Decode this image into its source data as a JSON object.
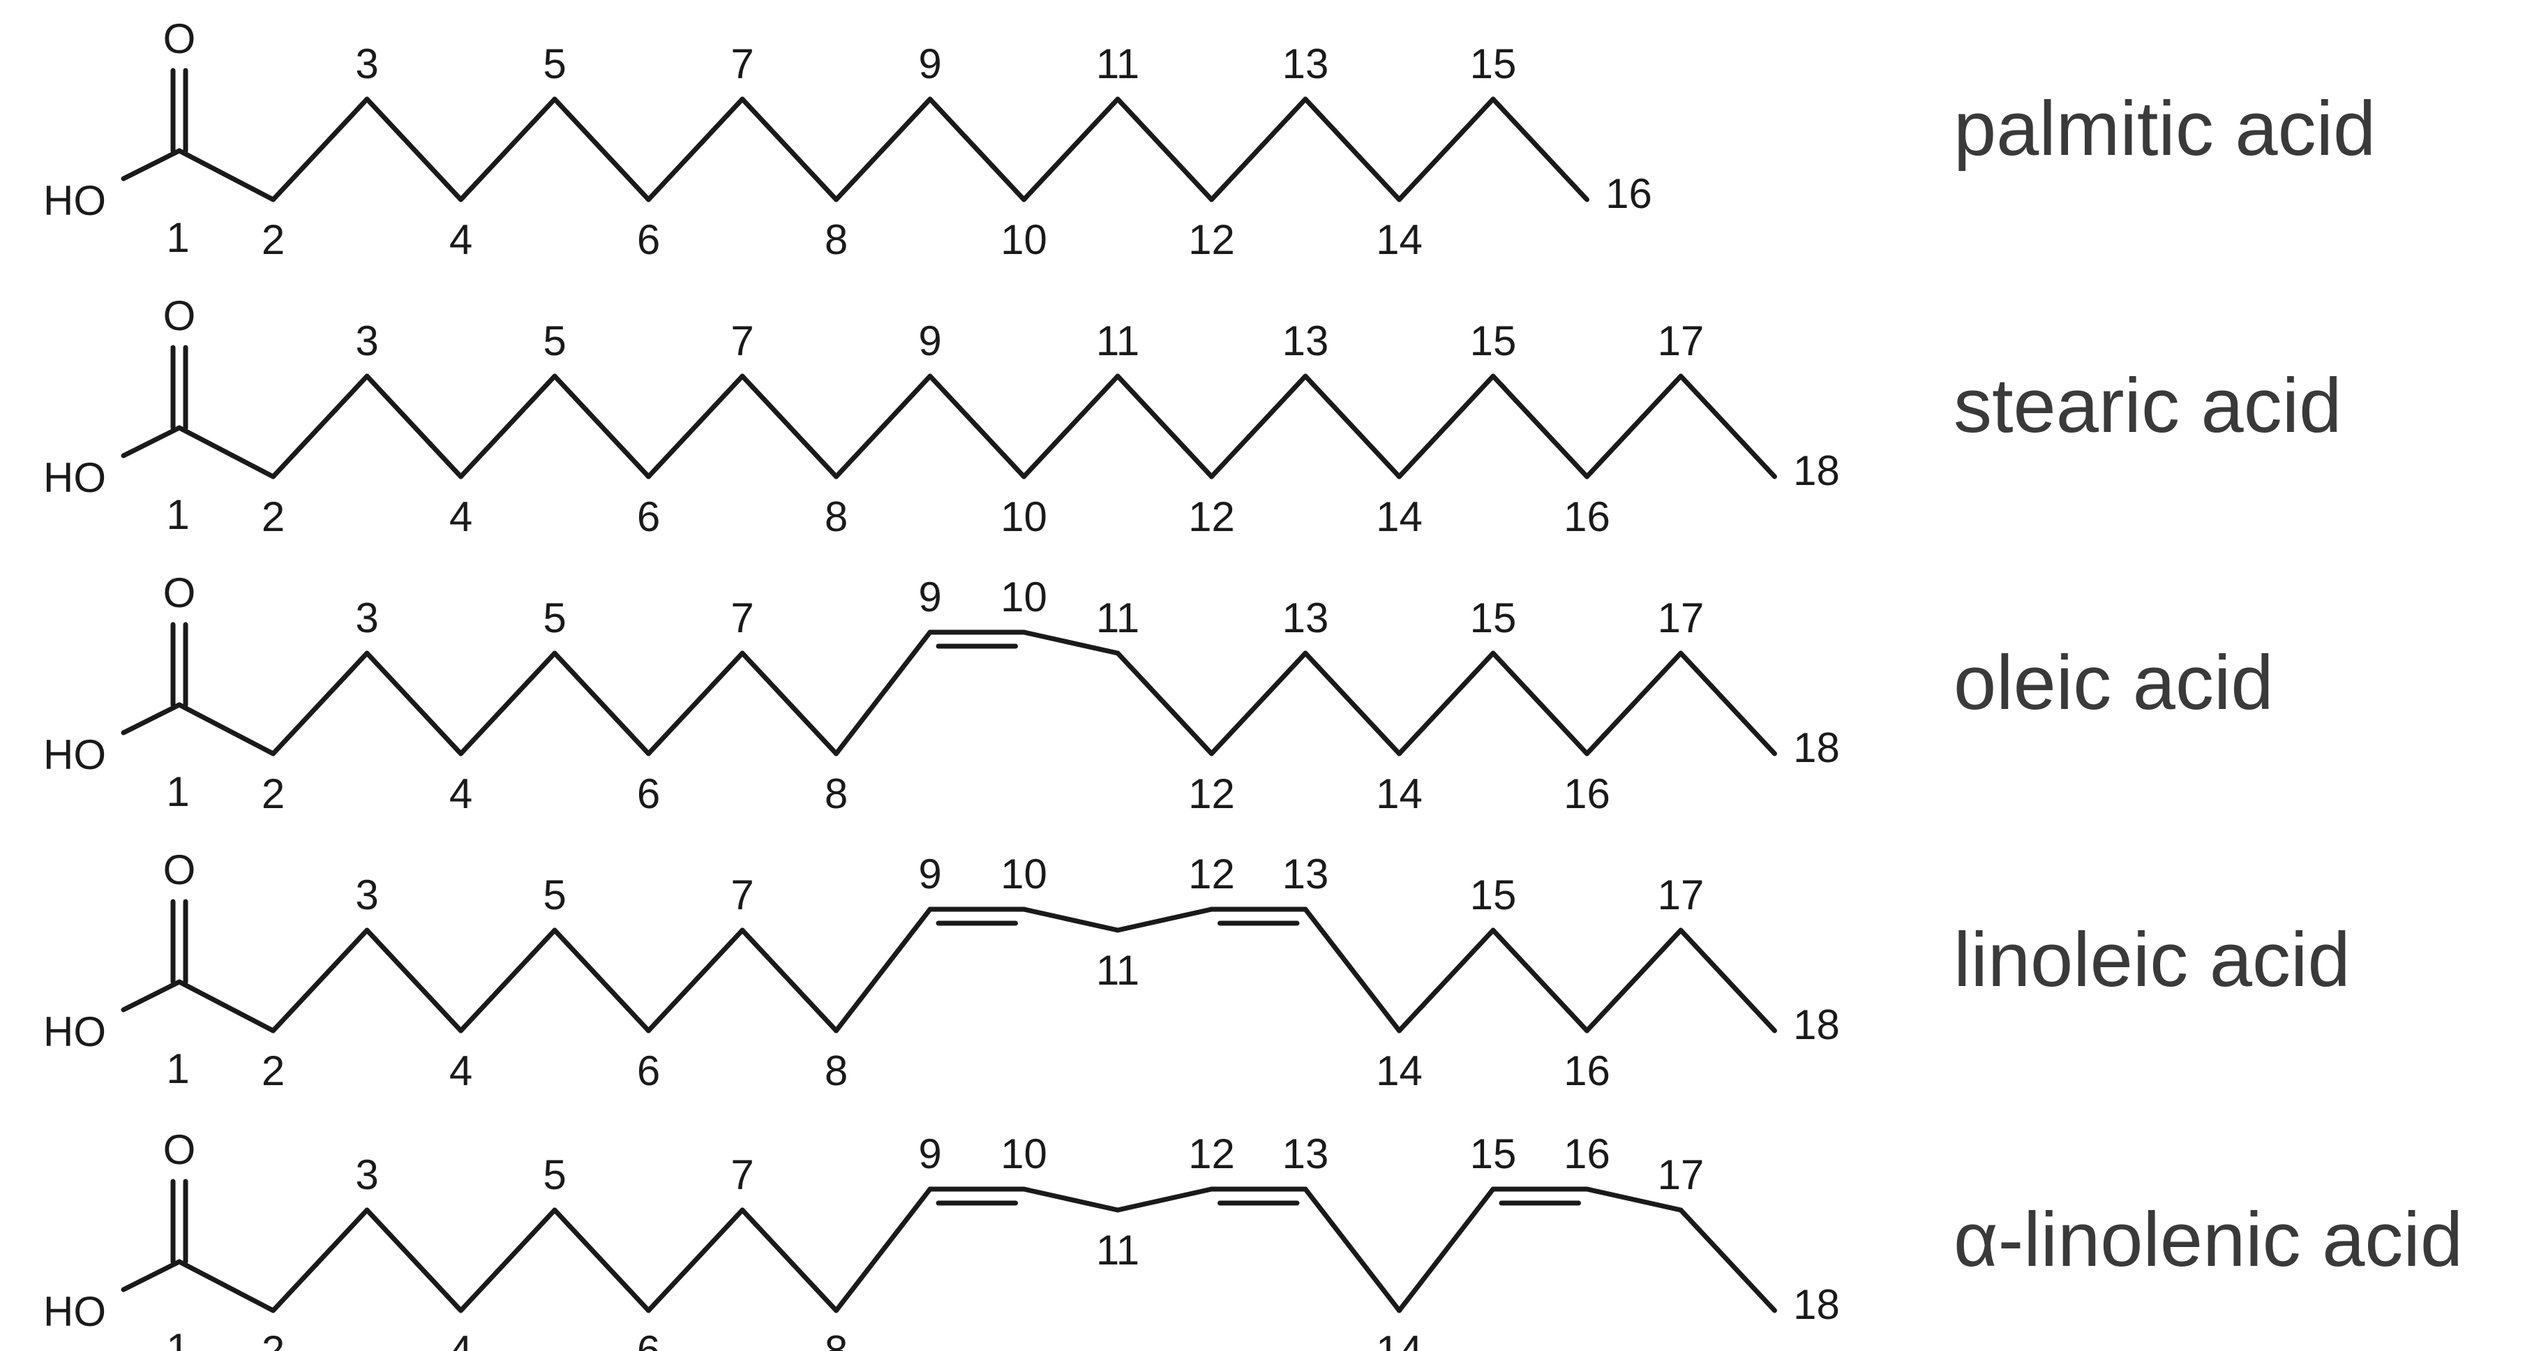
{
  "molecules": [
    {
      "name": "palmitic acid",
      "carbons": 16,
      "double_bonds": []
    },
    {
      "name": "stearic acid",
      "carbons": 18,
      "double_bonds": []
    },
    {
      "name": "oleic acid",
      "carbons": 18,
      "double_bonds": [
        9
      ]
    },
    {
      "name": "linoleic acid",
      "carbons": 18,
      "double_bonds": [
        9,
        12
      ]
    },
    {
      "name": "α-linolenic acid",
      "carbons": 18,
      "double_bonds": [
        9,
        12,
        15
      ]
    }
  ],
  "atom_labels": {
    "oxygen": "O",
    "hydroxyl": "HO"
  },
  "colors": {
    "bond": "#1a1a1a",
    "text": "#1a1a1a",
    "name_text": "#3a3a3a"
  }
}
